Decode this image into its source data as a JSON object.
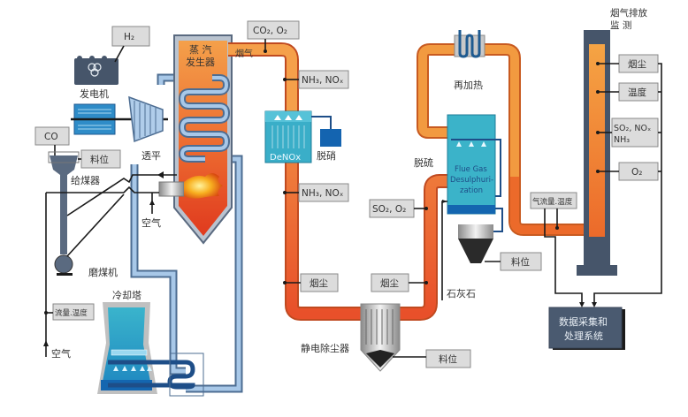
{
  "title": "Coal-fired power plant flue gas treatment and emission monitoring",
  "labels": {
    "generator": "发电机",
    "turbine": "透平",
    "steam_generator_line1": "蒸  汽",
    "steam_generator_line2": "发生器",
    "flue_gas": "烟气",
    "coal_feeder": "给煤器",
    "air_burner": "空气",
    "coal_mill": "磨煤机",
    "cooling_tower": "冷却塔",
    "air_bottom": "空气",
    "denox_unit": "DeNOx",
    "denitration": "脱硝",
    "esp": "静电除尘器",
    "reheat": "再加热",
    "desulfurization": "脱硫",
    "fgd_line1": "Flue Gas",
    "fgd_line2": "Desulphuri-",
    "fgd_line3": "zation",
    "limestone": "石灰石",
    "stack_title_line1": "烟气排放",
    "stack_title_line2": "监    测"
  },
  "boxes": {
    "h2": "H₂",
    "co": "CO",
    "coal_level": "料位",
    "flow_temp_left": "流量.温度",
    "co2_o2": "CO₂, O₂",
    "nh3_nox_top": "NH₃, NOₓ",
    "nh3_nox_mid": "NH₃, NOₓ",
    "dust_left": "烟尘",
    "dust_right": "烟尘",
    "so2_o2": "SO₂, O₂",
    "esp_level": "料位",
    "fgd_level": "料位",
    "flow_temp_right": "气流量.温度",
    "stack_dust": "烟尘",
    "stack_temp": "温度",
    "stack_gases_line1": "SO₂, NOₓ",
    "stack_gases_line2": "NH₃",
    "stack_o2": "O₂",
    "daq_line1": "数据采集和",
    "daq_line2": "处理系统"
  },
  "colors": {
    "hot_orange": "#f5a04a",
    "hot_red": "#e8552a",
    "pipe_blue": "#a8c8e8",
    "pipe_blue_edge": "#4d6d92",
    "denox_teal": "#3aaec8",
    "fgd_teal": "#3bb3c9",
    "dark_slate": "#46556a",
    "box_gray": "#dcdcdc"
  }
}
